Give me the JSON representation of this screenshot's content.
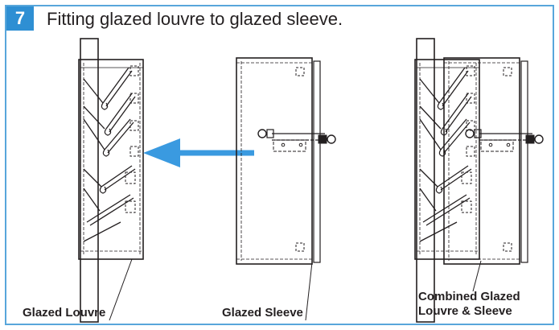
{
  "step": {
    "number": "7",
    "title": "Fitting glazed louvre to glazed sleeve."
  },
  "labels": {
    "louvre": "Glazed Louvre",
    "sleeve": "Glazed Sleeve",
    "combined_line1": "Combined Glazed",
    "combined_line2": "Louvre & Sleeve"
  },
  "colors": {
    "accent": "#2e8fd3",
    "frame": "#58a6db",
    "arrow": "#3a9ae0",
    "ink": "#231f20"
  },
  "icons": {
    "direction_arrow": "arrow-left-icon"
  }
}
